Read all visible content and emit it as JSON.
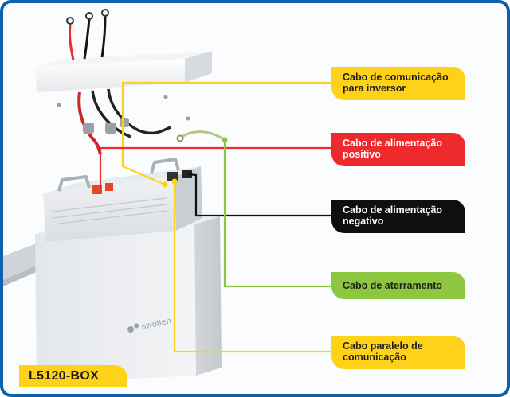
{
  "model": "L5120-BOX",
  "brand_logo_text": "swotten",
  "callouts": [
    {
      "id": "comm-inverter",
      "lines": [
        "Cabo de comunicação",
        "para inversor"
      ],
      "color": "#ffd21a"
    },
    {
      "id": "power-positive",
      "lines": [
        "Cabo de alimentação",
        "positivo"
      ],
      "color": "#ee2a2d"
    },
    {
      "id": "power-negative",
      "lines": [
        "Cabo de alimentação",
        "negativo"
      ],
      "color": "#0f0f0f"
    },
    {
      "id": "grounding",
      "lines": [
        "Cabo de aterramento"
      ],
      "color": "#8dc63f"
    },
    {
      "id": "parallel-comm",
      "lines": [
        "Cabo paralelo de",
        "comunicação"
      ],
      "color": "#ffd21a"
    }
  ],
  "colors": {
    "frame": "#0b63ad",
    "yellow": "#ffd21a",
    "red": "#ee2a2d",
    "black": "#0f0f0f",
    "green": "#8dc63f"
  }
}
